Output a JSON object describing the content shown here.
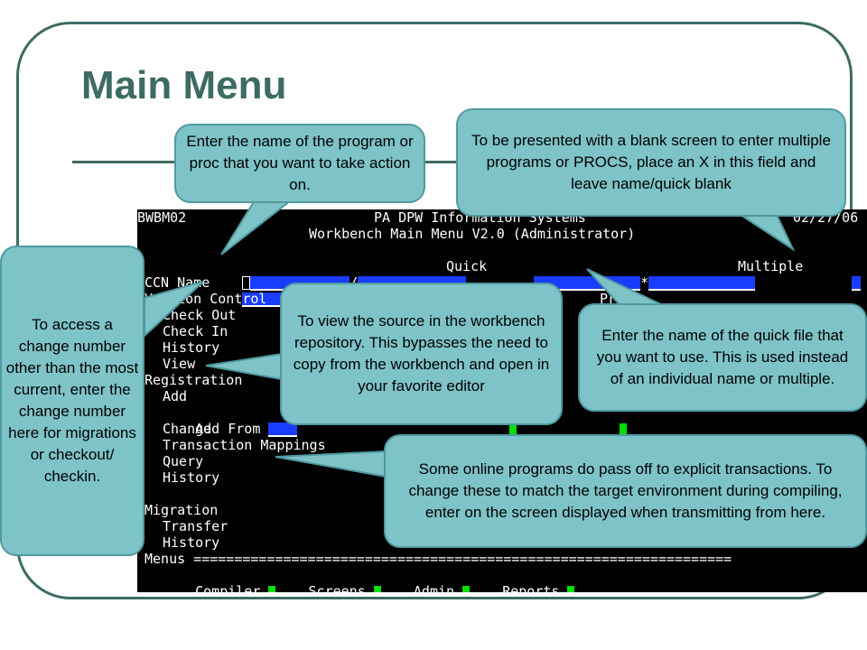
{
  "slide": {
    "title": "Main Menu"
  },
  "terminal": {
    "lines": {
      "l01a": "BWBM02",
      "l01b": "PA DPW Information Systems",
      "l01c": "02/27/06",
      "l02": "Workbench Main Menu V2.0 (Administrator)",
      "name_label": "Name",
      "name_sep": "/",
      "quick_label": "Quick",
      "quick_sep": "*",
      "multiple_label": "Multiple",
      "ccn_label": "CCN",
      "version_control": "Version Control",
      "pr": "Pr",
      "check_out": "Check Out",
      "check_in": "Check In",
      "history1": "History",
      "view": "View",
      "registration": "Registration",
      "add": "Add",
      "add_from": "Add From",
      "change": "Change",
      "transaction_mappings": "Transaction Mappings",
      "query": "Query",
      "history2": "History",
      "migration": "Migration",
      "transfer": "Transfer",
      "history3": "History",
      "menus": "Menus ==================================================================",
      "compiler": "Compiler",
      "screens": "Screens",
      "admin": "Admin",
      "reports": "Reports"
    }
  },
  "callouts": {
    "name_field": "Enter the name of the program or proc that you want to take action on.",
    "multiple_field": "To be presented with a blank screen to enter multiple programs or PROCS, place an X in this field and leave name/quick blank",
    "ccn_field": "To access a change number other than the most current, enter the change number here for migrations or checkout/ checkin.",
    "view_option": "To view the source in the workbench repository.  This bypasses the need to copy from the workbench and open in your favorite editor",
    "quick_field": "Enter the name of the quick file that you want to use.  This is used instead of an individual name or multiple.",
    "transaction_mappings": "Some online programs do pass off to explicit transactions.  To change these to match the target environment during compiling, enter on the screen displayed when transmitting from here."
  },
  "colors": {
    "accent": "#3d6b63",
    "callout_fill": "#7ec3c7",
    "terminal_bg": "#000000",
    "field_blue": "#1a3cff",
    "field_green": "#00e000"
  }
}
